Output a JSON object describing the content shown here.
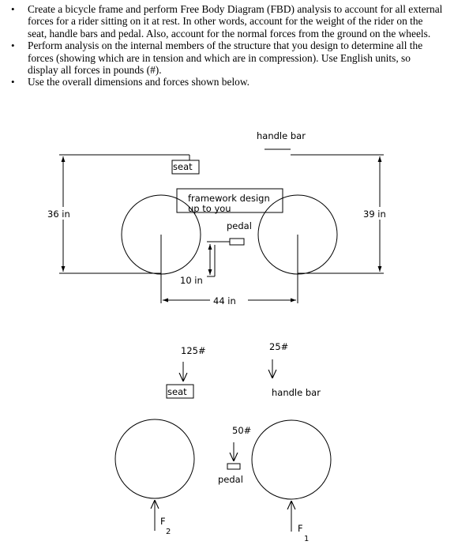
{
  "bullets": [
    "Create a bicycle frame and perform Free Body Diagram (FBD) analysis to account for all external forces for a rider sitting on it at rest.  In other words, account for the weight of the rider on the seat, handle bars and pedal.  Also, account for the normal forces from the ground on the wheels.",
    "Perform analysis on the internal members of the structure that you design to determine all the forces (showing which are in tension and which are in compression). Use English units, so display all forces in pounds (#).",
    "Use the overall dimensions and forces shown below."
  ],
  "diagram1": {
    "handle_bar": "handle bar",
    "seat": "seat",
    "framework_line1": "framework design",
    "framework_line2": "up to you",
    "pedal": "pedal",
    "dim_left": "36 in",
    "dim_right": "39 in",
    "dim_pedal": "10 in",
    "dim_wheelbase": "44 in"
  },
  "diagram2": {
    "seat_force": "125#",
    "handle_force": "25#",
    "pedal_force": "50#",
    "seat": "seat",
    "handle_bar": "handle bar",
    "pedal": "pedal",
    "f2_letter": "F",
    "f2_sub": "2",
    "f1_letter": "F",
    "f1_sub": "1"
  }
}
